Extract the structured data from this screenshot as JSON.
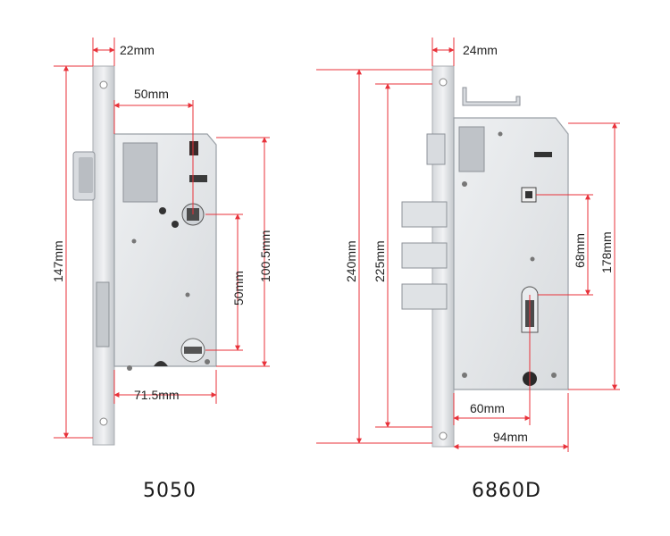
{
  "colors": {
    "dimension_line": "#e8323a",
    "steel_light": "#e6e8ea",
    "steel_mid": "#c9cdd1",
    "steel_dark": "#9aa0a6",
    "text": "#222222"
  },
  "lock_5050": {
    "model": "5050",
    "dims": {
      "width_top": "22mm",
      "backset": "50mm",
      "height": "147mm",
      "center_distance": "50mm",
      "body_height": "100.5mm",
      "body_width": "71.5mm"
    }
  },
  "lock_6860d": {
    "model": "6860D",
    "dims": {
      "width_top": "24mm",
      "height": "240mm",
      "body_height_inner": "225mm",
      "center_distance": "68mm",
      "body_height": "178mm",
      "backset": "60mm",
      "body_width": "94mm"
    }
  }
}
